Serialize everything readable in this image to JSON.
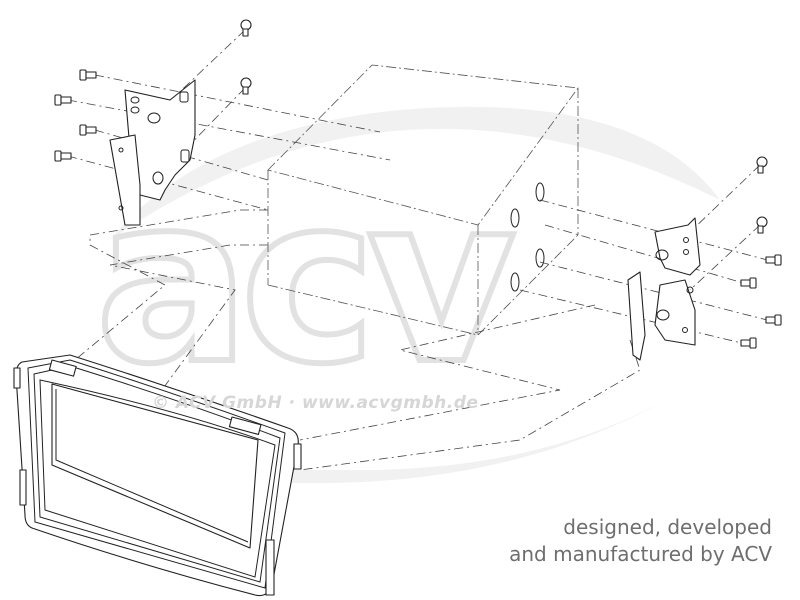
{
  "watermark": {
    "logo_text": "acv",
    "copyright": "© ACV GmbH · www.acvgmbh.de"
  },
  "credit": {
    "line1": "designed, developed",
    "line2": "and manufactured by ACV"
  },
  "colors": {
    "line": "#222222",
    "watermark": "#e4e4e4",
    "credit_text": "#6e6e6e"
  }
}
